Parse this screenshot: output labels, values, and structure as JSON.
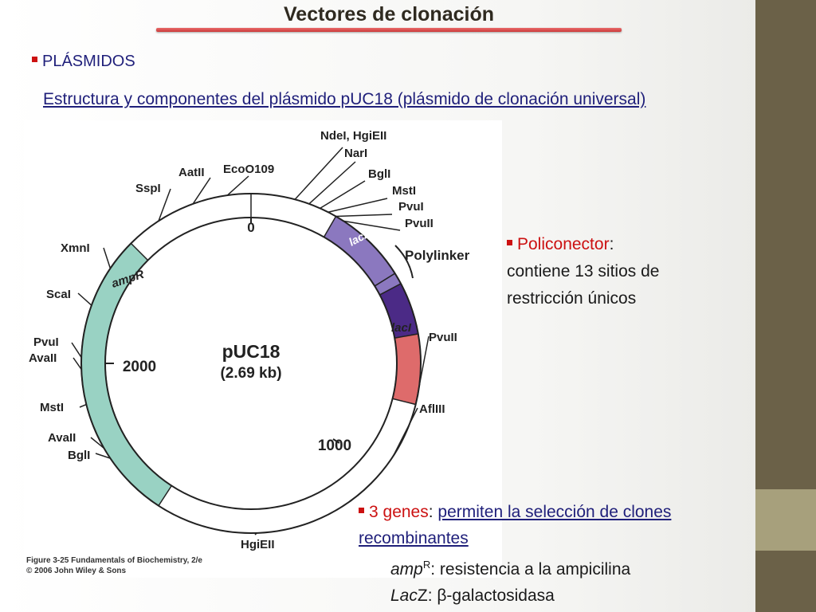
{
  "slide": {
    "title": "Vectores de clonación",
    "section": "PLÁSMIDOS",
    "subtitle": "Estructura y componentes del plásmido pUC18 (plásmido de clonación universal)"
  },
  "diagram": {
    "name": "pUC18",
    "size": "(2.69 kb)",
    "position_labels": [
      "0",
      "1000",
      "2000"
    ],
    "gene_labels": {
      "lacZ": "lacZ'",
      "lacI": "lacI",
      "ampR": "ampR"
    },
    "polylinker_label": "Polylinker",
    "sites": [
      "NdeI, HgiEII",
      "NarI",
      "BglI",
      "MstI",
      "PvuI",
      "PvuII",
      "PvuII",
      "AflIII",
      "HgiEII",
      "BglI",
      "AvaII",
      "MstI",
      "AvaII",
      "PvuI",
      "ScaI",
      "XmnI",
      "SspI",
      "AatII",
      "EcoO109"
    ],
    "caption_line1": "Figure 3-25  Fundamentals of Biochemistry, 2/e",
    "caption_line2": "© 2006 John Wiley & Sons",
    "colors": {
      "ring": "#e3e3e3",
      "amp": "#99d2c3",
      "lacZ": "#8b78bf",
      "polylinker": "#4b2a86",
      "lacI": "#de6b6b"
    }
  },
  "policonector": {
    "label": "Policonector",
    "colon": ":",
    "line1": "contiene 13 sitios de",
    "line2": "restricción únicos"
  },
  "genes": {
    "label": "3 genes",
    "colon": ":",
    "line1a": "permiten la selección de clones",
    "line1b": "recombinantes",
    "amp_name": "amp",
    "amp_sup": "R",
    "amp_desc": ": resistencia a la ampicilina",
    "lacz_name": "Lac",
    "lacz_letter": "Z",
    "lacz_desc": ": β-galactosidasa"
  }
}
